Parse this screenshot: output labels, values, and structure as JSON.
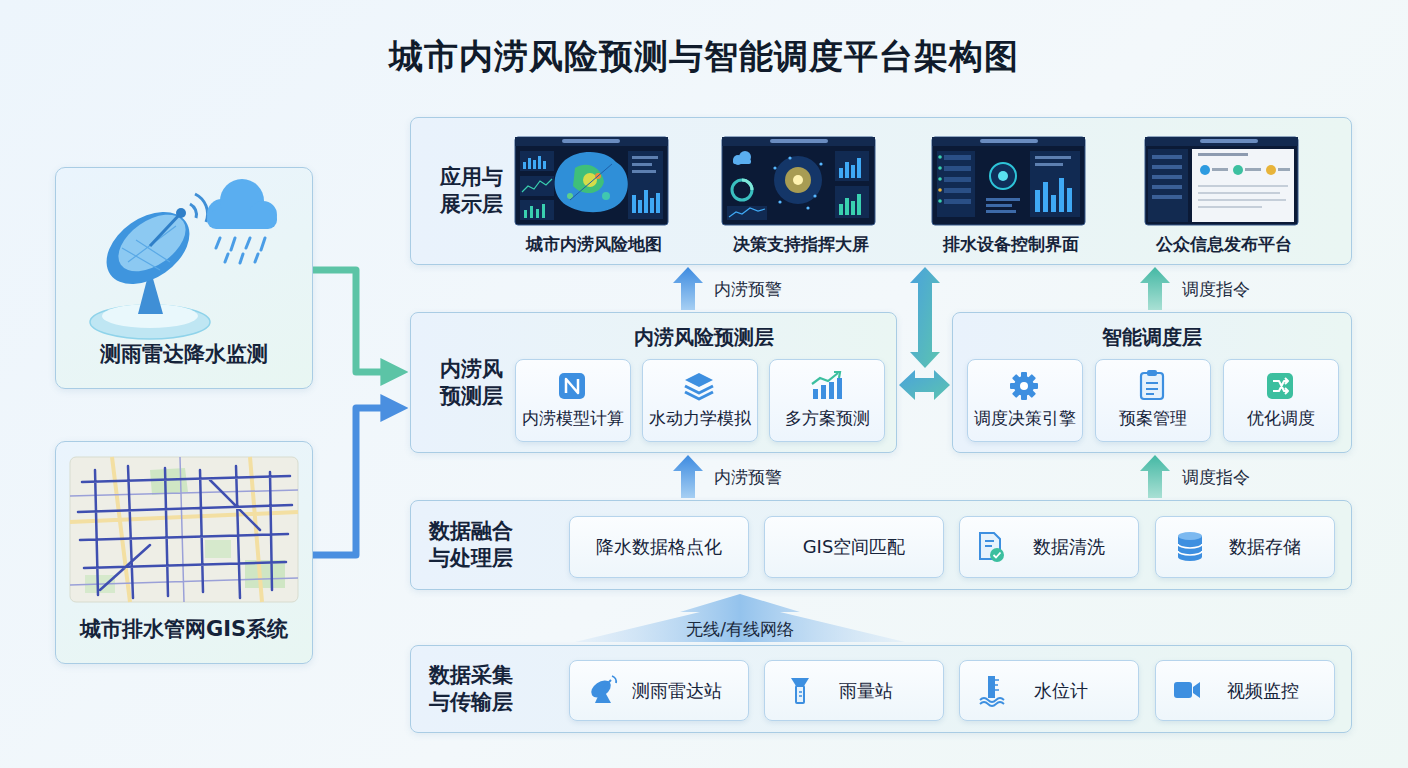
{
  "diagram": {
    "title": "城市内涝风险预测与智能调度平台架构图",
    "nodes": [
      {
        "text": [
          "测雨雷达降水监测"
        ]
      },
      {
        "text": [
          "城市排水管网GIS系统"
        ]
      },
      {
        "text": [
          "应用与 展示层"
        ]
      },
      {
        "text": [
          "城市内涝风险地图"
        ],
        "in": 2
      },
      {
        "text": [
          "决策支持指挥大屏"
        ],
        "in": 2
      },
      {
        "text": [
          "排水设备控制界面"
        ],
        "in": 2
      },
      {
        "text": [
          "公众信息发布平台"
        ],
        "in": 2
      },
      {
        "text": [
          "内涝风险预测层",
          "内涝风 预测层"
        ]
      },
      {
        "text": [
          "内涝模型计算"
        ],
        "in": 7
      },
      {
        "text": [
          "水动力学模拟"
        ],
        "in": 7
      },
      {
        "text": [
          "多方案预测"
        ],
        "in": 7
      },
      {
        "text": [
          "智能调度层"
        ]
      },
      {
        "text": [
          "调度决策引擎"
        ],
        "in": 11
      },
      {
        "text": [
          "预案管理"
        ],
        "in": 11
      },
      {
        "text": [
          "优化调度"
        ],
        "in": 11
      },
      {
        "text": [
          "数据融合 与处理层"
        ]
      },
      {
        "text": [
          "降水数据格点化"
        ],
        "in": 15
      },
      {
        "text": [
          "GIS空间匹配"
        ],
        "in": 15
      },
      {
        "text": [
          "数据清洗"
        ],
        "in": 15
      },
      {
        "text": [
          "数据存储"
        ],
        "in": 15
      },
      {
        "text": [
          "数据采集 与传输层"
        ]
      },
      {
        "text": [
          "测雨雷达站"
        ],
        "in": 20
      },
      {
        "text": [
          "雨量站"
        ],
        "in": 20
      },
      {
        "text": [
          "水位计"
        ],
        "in": 20
      },
      {
        "text": [
          "视频监控"
        ],
        "in": 20
      }
    ],
    "edges": [
      {
        "from": 0,
        "to": 7,
        "arrow": "to"
      },
      {
        "from": 1,
        "to": 7,
        "arrow": "to"
      },
      {
        "from": 7,
        "to": 2,
        "label": "内涝预警",
        "arrow": "to"
      },
      {
        "from": 15,
        "to": 7,
        "label": "内涝预警",
        "arrow": "to"
      },
      {
        "from": 15,
        "to": 11,
        "label": "调度指令",
        "arrow": "to"
      },
      {
        "from": 11,
        "to": 2,
        "label": "调度指令",
        "arrow": "to"
      },
      {
        "from": 7,
        "to": 11,
        "arrow": "both"
      },
      {
        "from": 2,
        "to": 11,
        "arrow": "both"
      },
      {
        "from": 20,
        "to": 15,
        "label": "无线/有线网络",
        "arrow": "to"
      }
    ]
  }
}
